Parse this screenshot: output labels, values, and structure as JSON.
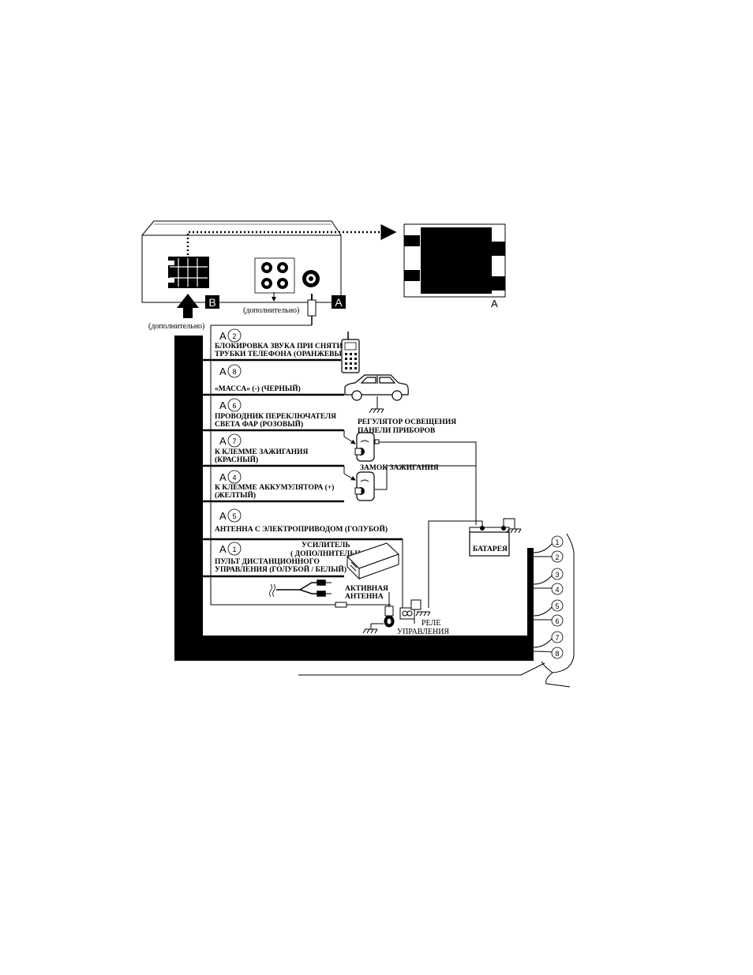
{
  "head_unit": {
    "optional_note_rca": "(дополнительно)",
    "optional_note_b": "(дополнительно)",
    "box_a": "A",
    "box_b": "B"
  },
  "connector_label": "A",
  "wires": [
    {
      "pin": "A",
      "num": "2",
      "line1": "БЛОКИРОВКА ЗВУКА ПРИ СНЯТИИ",
      "line2": "ТРУБКИ ТЕЛЕФОНА (ОРАНЖЕВЫЙ)"
    },
    {
      "pin": "A",
      "num": "8",
      "line1": "«МАССА» (-) (ЧЕРНЫЙ)",
      "line2": ""
    },
    {
      "pin": "A",
      "num": "6",
      "line1": "ПРОВОДНИК ПЕРЕКЛЮЧАТЕЛЯ",
      "line2": "СВЕТА ФАР (РОЗОВЫЙ)"
    },
    {
      "pin": "A",
      "num": "7",
      "line1": "К КЛЕММЕ ЗАЖИГАНИЯ",
      "line2": "(КРАСНЫЙ)"
    },
    {
      "pin": "A",
      "num": "4",
      "line1": "К КЛЕММЕ АККУМУЛЯТОРА (+)",
      "line2": "(ЖЕЛТЫЙ)"
    },
    {
      "pin": "A",
      "num": "5",
      "line1": "АНТЕННА С ЭЛЕКТРОПРИВОДОМ (ГОЛУБОЙ)",
      "line2": ""
    },
    {
      "pin": "A",
      "num": "1",
      "line1": "ПУЛЬТ ДИСТАНЦИОННОГО",
      "line2": "УПРАВЛЕНИЯ (ГОЛУБОЙ / БЕЛЫЙ)"
    }
  ],
  "components": {
    "dimmer_line1": "РЕГУЛЯТОР ОСВЕЩЕНИЯ",
    "dimmer_line2": "ПАНЕЛИ ПРИБОРОВ",
    "ignition_switch": "ЗАМОК ЗАЖИГАНИЯ",
    "battery": "БАТАРЕЯ",
    "amplifier_line1": "УСИЛИТЕЛЬ",
    "amplifier_line2": "( ДОПОЛНИТЕЛЬНО )",
    "active_antenna_line1": "АКТИВНАЯ",
    "active_antenna_line2": "АНТЕННА",
    "relay_line1": "РЕЛЕ",
    "relay_line2": "УПРАВЛЕНИЯ"
  },
  "speaker_pins": [
    "1",
    "2",
    "3",
    "4",
    "5",
    "6",
    "7",
    "8"
  ]
}
